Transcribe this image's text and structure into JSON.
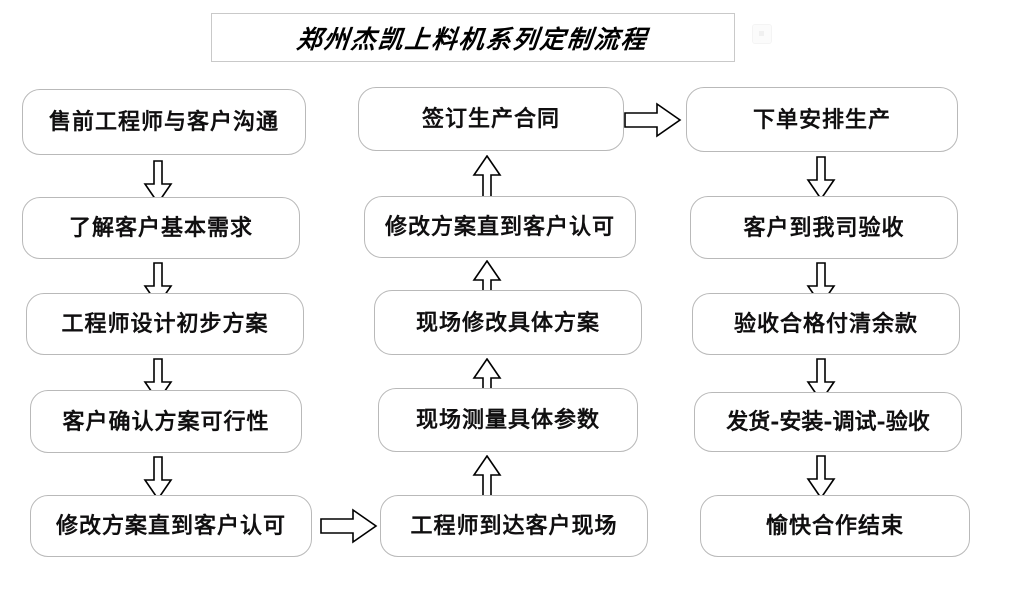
{
  "page": {
    "title": "郑州杰凯上料机系列定制流程",
    "background_color": "#ffffff",
    "box_border_color": "#b9b9b9",
    "text_color": "#100f10",
    "arrow_fill": "#ffffff",
    "arrow_stroke": "#000000"
  },
  "columns": [
    {
      "id": "left-column",
      "direction": "down",
      "nodes": [
        {
          "id": "node-presale-communication",
          "label": "售前工程师与客户沟通"
        },
        {
          "id": "node-understand-needs",
          "label": "了解客户基本需求"
        },
        {
          "id": "node-design-draft-plan",
          "label": "工程师设计初步方案"
        },
        {
          "id": "node-confirm-feasibility",
          "label": "客户确认方案可行性"
        },
        {
          "id": "node-revise-until-approved-left",
          "label": "修改方案直到客户认可"
        }
      ]
    },
    {
      "id": "middle-column",
      "direction": "up",
      "nodes": [
        {
          "id": "node-sign-contract",
          "label": "签订生产合同"
        },
        {
          "id": "node-revise-until-approved-middle",
          "label": "修改方案直到客户认可"
        },
        {
          "id": "node-onsite-revise-plan",
          "label": "现场修改具体方案"
        },
        {
          "id": "node-onsite-measure-params",
          "label": "现场测量具体参数"
        },
        {
          "id": "node-engineer-arrives-onsite",
          "label": "工程师到达客户现场"
        }
      ]
    },
    {
      "id": "right-column",
      "direction": "down",
      "nodes": [
        {
          "id": "node-place-order-production",
          "label": "下单安排生产"
        },
        {
          "id": "node-customer-inspection",
          "label": "客户到我司验收"
        },
        {
          "id": "node-pay-balance",
          "label": "验收合格付清余款"
        },
        {
          "id": "node-ship-install-debug-accept",
          "label": "发货-安装-调试-验收"
        },
        {
          "id": "node-cooperation-end",
          "label": "愉快合作结束"
        }
      ]
    }
  ],
  "connectors": [
    {
      "id": "arrow-left-1-2",
      "direction": "down"
    },
    {
      "id": "arrow-left-2-3",
      "direction": "down"
    },
    {
      "id": "arrow-left-3-4",
      "direction": "down"
    },
    {
      "id": "arrow-left-4-5",
      "direction": "down"
    },
    {
      "id": "arrow-left-to-middle",
      "direction": "right"
    },
    {
      "id": "arrow-middle-5-4",
      "direction": "up"
    },
    {
      "id": "arrow-middle-4-3",
      "direction": "up"
    },
    {
      "id": "arrow-middle-3-2",
      "direction": "up"
    },
    {
      "id": "arrow-middle-2-1",
      "direction": "up"
    },
    {
      "id": "arrow-middle-to-right",
      "direction": "right"
    },
    {
      "id": "arrow-right-1-2",
      "direction": "down"
    },
    {
      "id": "arrow-right-2-3",
      "direction": "down"
    },
    {
      "id": "arrow-right-3-4",
      "direction": "down"
    },
    {
      "id": "arrow-right-4-5",
      "direction": "down"
    }
  ]
}
